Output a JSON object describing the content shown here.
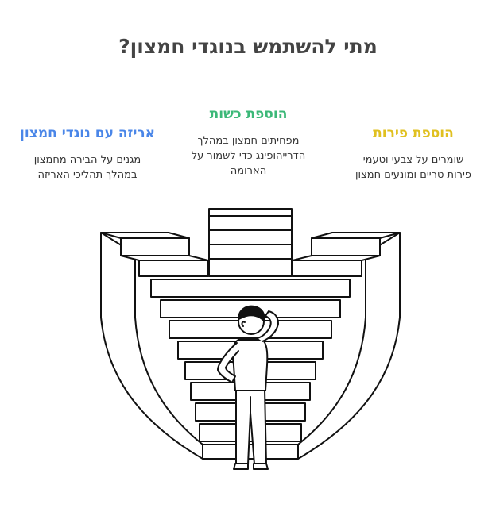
{
  "title": "מתי להשתמש בנוגדי חמצון?",
  "colors": {
    "left": "#4a86e8",
    "middle": "#3cb878",
    "right": "#e0c020",
    "title": "#444444"
  },
  "columns": {
    "left": {
      "heading": "אריזה עם נוגדי חמצון",
      "lines": [
        "מגנים על הבירה מחמצון",
        "במהלך תהליכי האריזה"
      ]
    },
    "middle": {
      "heading": "הוספת כשות",
      "lines": [
        "מפחיתים חמצון במהלך",
        "הדרייהופינג כדי לשמור על",
        "הארומה"
      ]
    },
    "right": {
      "heading": "הוספת פירות",
      "lines": [
        "שומרים על צבעי וטעמי",
        "פירות טריים ומונעים חמצון"
      ]
    }
  }
}
